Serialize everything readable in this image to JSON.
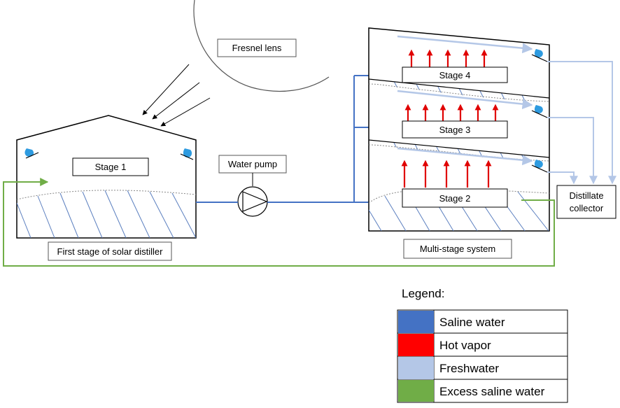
{
  "labels": {
    "fresnel_lens": "Fresnel lens",
    "stage_1": "Stage 1",
    "first_stage_caption": "First stage of solar distiller",
    "water_pump": "Water pump",
    "stage_4": "Stage 4",
    "stage_3": "Stage 3",
    "stage_2": "Stage 2",
    "multi_stage_caption": "Multi-stage system",
    "distillate_collector_line1": "Distillate",
    "distillate_collector_line2": "collector"
  },
  "legend": {
    "title": "Legend:",
    "items": [
      {
        "label": "Saline water",
        "color": "#4472C4"
      },
      {
        "label": "Hot vapor",
        "color": "#FF0000"
      },
      {
        "label": "Freshwater",
        "color": "#B4C7E7"
      },
      {
        "label": "Excess saline water",
        "color": "#70AD47"
      }
    ]
  },
  "colors": {
    "saline": "#4472C4",
    "vapor": "#E00000",
    "fresh": "#B4C7E7",
    "excess": "#70AD47",
    "droplet": "#2E9BE0"
  }
}
